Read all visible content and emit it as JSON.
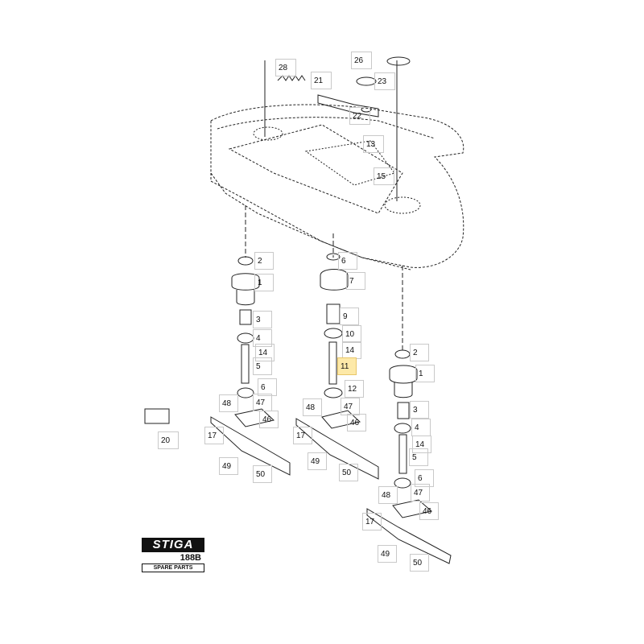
{
  "logo": {
    "brand": "STIGA",
    "model": "188B",
    "subtitle": "SPARE PARTS"
  },
  "callouts": {
    "c2a": "2",
    "c1a": "1",
    "c3a": "3",
    "c4a": "4",
    "c14a": "14",
    "c5a": "5",
    "c6a": "6",
    "c47a": "47",
    "c48a": "48",
    "c46a": "46",
    "c17a": "17",
    "c49a": "49",
    "c50a": "50",
    "c6b": "6",
    "c7b": "7",
    "c9b": "9",
    "c10b": "10",
    "c14b": "14",
    "c11b": "11",
    "c12b": "12",
    "c47b": "47",
    "c48b": "48",
    "c46b": "46",
    "c17b": "17",
    "c49b": "49",
    "c50b": "50",
    "c2c": "2",
    "c1c": "1",
    "c3c": "3",
    "c4c": "4",
    "c14c": "14",
    "c5c": "5",
    "c6c": "6",
    "c47c": "47",
    "c48c": "48",
    "c46c": "46",
    "c17c": "17",
    "c49c": "49",
    "c50c": "50",
    "c28": "28",
    "c21": "21",
    "c23": "23",
    "c22": "22",
    "c13": "13",
    "c15": "15",
    "c26": "26",
    "c20": "20"
  },
  "highlight_color": "#fde9a8"
}
